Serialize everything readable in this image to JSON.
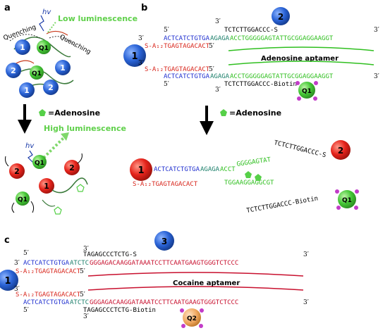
{
  "panel_labels": {
    "a": "a",
    "b": "b",
    "c": "c"
  },
  "panel_a": {
    "hv": "hv",
    "low_luminescence": "Low luminescence",
    "quenching_left": "Quenching",
    "quenching_right": "Quenching",
    "adenosine_legend": "=Adenosine",
    "high_luminescence": "High luminescence",
    "np1": "1",
    "np2": "2",
    "q1": "Q1"
  },
  "panel_b": {
    "adenosine_aptamer": "Adenosine aptamer",
    "adenosine_legend": "=Adenosine",
    "top_strand_blue": "ACTCATCTGTGA",
    "top_strand_teal": "AGAGA",
    "top_strand_green": "ACCTGGGGGAGTATTGCGGAGGAAGGT",
    "probe2_seq": "TCTCTTGGACCC-S",
    "bot_strand_blue": "ACTCATCTGTGA",
    "bot_strand_teal": "AGAGA",
    "bot_strand_green": "ACCTGGGGGAGTATTGCGGAGGAAGGT",
    "biotin_seq": "TCTCTTGGACCC-Biotin",
    "s_a12_top": "S-A₁₂TGAGTAGACACT",
    "s_a12_bot": "S-A₁₂TGAGTAGACACT",
    "released_probe2": "TCTCTTGGACCC-S",
    "released_biotin": "TCTCTTGGACCC-Biotin",
    "complex_blue": "ACTCATCTGTGA",
    "complex_teal": "AGAGA",
    "complex_green": "ACCT",
    "complex_loop_top": "GGGGAGTAT",
    "complex_loop_bot": "TGGAAGGAGGCGT",
    "complex_red": "S-A₁₂TGAGTAGACACT"
  },
  "panel_c": {
    "cocaine_aptamer": "Cocaine aptamer",
    "probe3_seq": "TAGAGCCCTCTG-S",
    "top_blue": "ACTCATCTGTGA",
    "top_teal": "ATCTC",
    "top_red": "GGGAGACAAGGATAAATCCTTCAATGAAGTGGGTCTCCC",
    "bot_blue": "ACTCATCTGTGA",
    "bot_teal": "ATCTC",
    "bot_red": "GGGAGACAAGGATAAATCCTTCAATGAAGTGGGTCTCCC",
    "biotin_seq": "TAGAGCCCTCTG-Biotin",
    "s_a12_top": "S-A₁₂TGAGTAGACACT",
    "s_a12_bot": "S-A₁₂TGAGTAGACACT",
    "np3": "3",
    "q2": "Q2"
  },
  "primes": {
    "five": "5′",
    "three": "3′"
  },
  "colors": {
    "blue_np": "#1f5fd1",
    "red_np": "#e5231b",
    "green_q": "#46c837",
    "orange_q": "#f0a860",
    "magenta": "#c23cc8",
    "seq_blue": "#1f2fcf",
    "seq_teal": "#1b7f6a",
    "seq_green": "#2fbf1f",
    "seq_red": "#d8261c",
    "seq_crimson": "#c8102e"
  }
}
